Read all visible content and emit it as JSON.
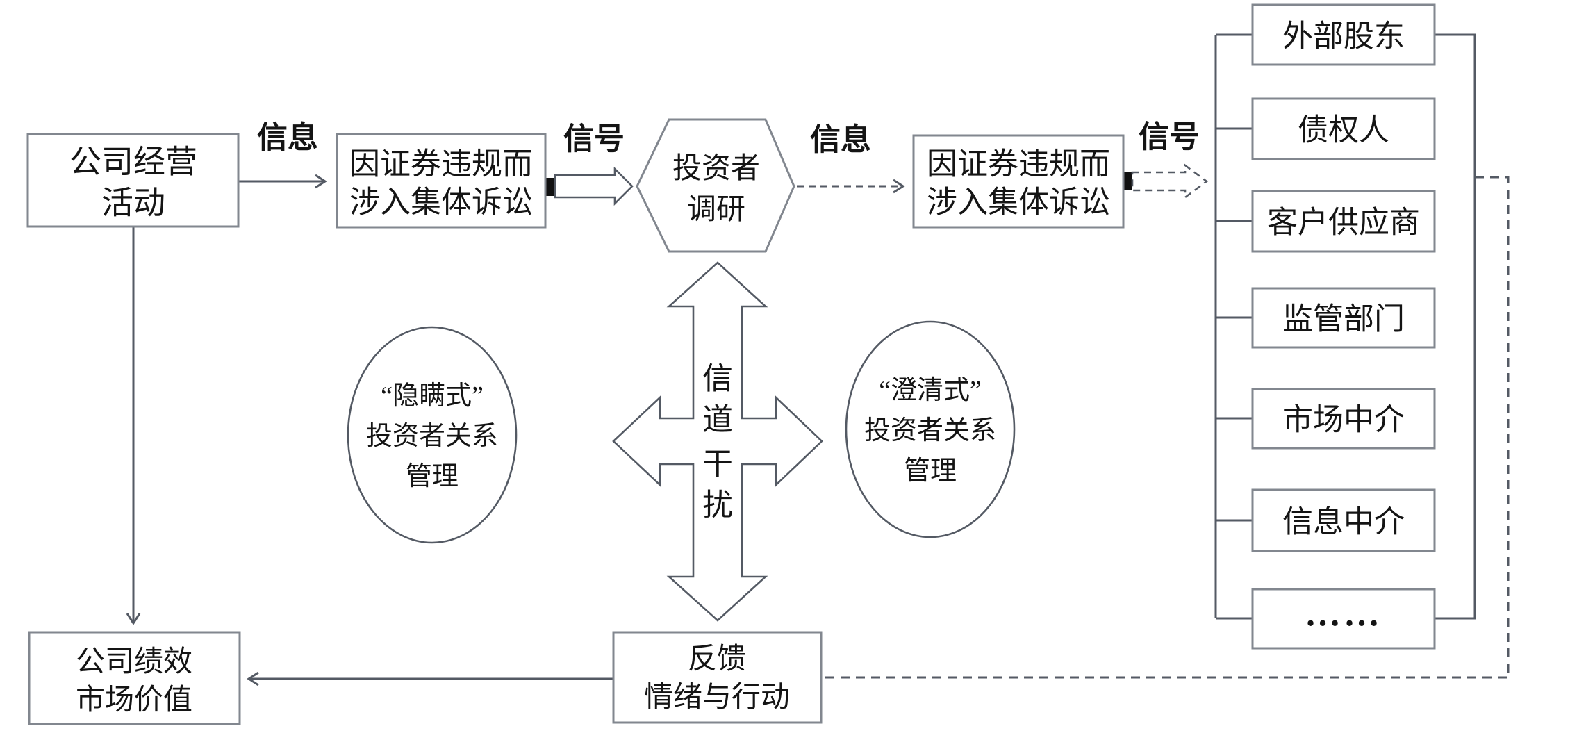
{
  "colors": {
    "background": "#ffffff",
    "line": "#545a64",
    "border": "#82878f",
    "text": "#141414",
    "arrow_fill": "#ffffff",
    "tail_block": "#111111"
  },
  "boxes": {
    "operating_activities": {
      "line1": "公司经营",
      "line2": "活动"
    },
    "lawsuit_left": {
      "line1": "因证券违规而",
      "line2": "涉入集体诉讼"
    },
    "investor_research": {
      "line1": "投资者",
      "line2": "调研"
    },
    "lawsuit_right": {
      "line1": "因证券违规而",
      "line2": "涉入集体诉讼"
    },
    "company_performance": {
      "line1": "公司绩效",
      "line2": "市场价值"
    },
    "feedback": {
      "line1": "反馈",
      "line2": "情绪与行动"
    }
  },
  "flow_labels": {
    "info_left": "信息",
    "signal_left": "信号",
    "info_right": "信息",
    "signal_right": "信号"
  },
  "channel_interference": {
    "chars": [
      "信",
      "道",
      "干",
      "扰"
    ]
  },
  "irm_circles": {
    "concealment": {
      "line1": "“隐瞒式”",
      "line2": "投资者关系",
      "line3": "管理"
    },
    "clarification": {
      "line1": "“澄清式”",
      "line2": "投资者关系",
      "line3": "管理"
    }
  },
  "stakeholders": [
    "外部股东",
    "债权人",
    "客户供应商",
    "监管部门",
    "市场中介",
    "信息中介",
    "……"
  ]
}
